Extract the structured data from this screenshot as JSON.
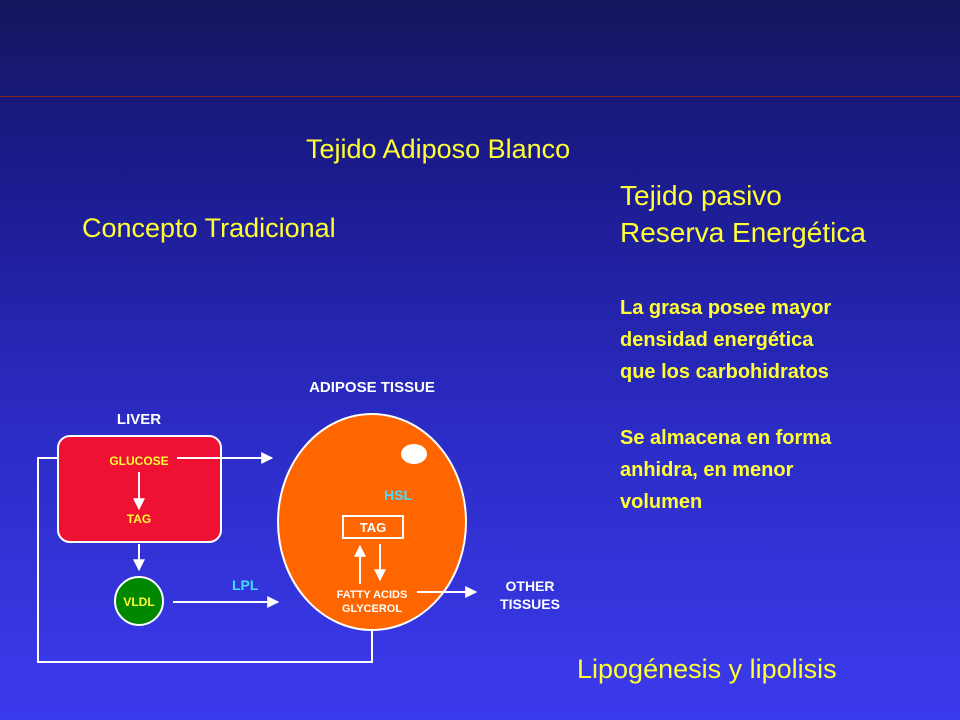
{
  "slide": {
    "title": "Tejido Adiposo Blanco",
    "concept": "Concepto Tradicional",
    "tejido_pasivo": "Tejido pasivo",
    "reserva": "Reserva Energética",
    "paragraph1": [
      "La grasa posee mayor",
      "densidad energética",
      "que los carbohidratos"
    ],
    "paragraph2": [
      "Se almacena en forma",
      "anhidra, en menor",
      "volumen"
    ],
    "footer": "Lipogénesis y lipolisis"
  },
  "diagram": {
    "liver": "LIVER",
    "adipose_tissue": "ADIPOSE TISSUE",
    "glucose": "GLUCOSE",
    "liver_tag": "TAG",
    "vldl": "VLDL",
    "lpl": "LPL",
    "hsl": "HSL",
    "adipose_tag": "TAG",
    "fatty_acids": "FATTY ACIDS",
    "glycerol": "GLYCEROL",
    "other": "OTHER",
    "tissues": "TISSUES"
  },
  "colors": {
    "title_text": "#ffff33",
    "liver_fill": "#ee1133",
    "adipose_fill": "#ff6600",
    "vldl_fill": "#008800",
    "lpl_hsl_text": "#44ddff"
  }
}
